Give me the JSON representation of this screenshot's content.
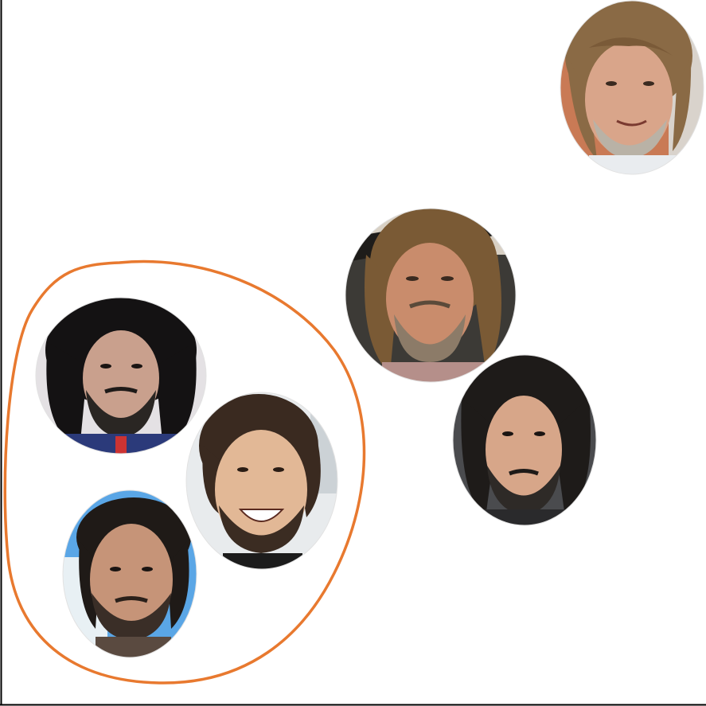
{
  "diagram": {
    "axes": {
      "color": "#000000"
    },
    "cluster_outline": {
      "color": "#E8792F"
    },
    "portraits": [
      {
        "id": "top-right",
        "skin": "#D9A58A",
        "hair": "#8A6A45",
        "beard": "#B9B2A6",
        "bg": "#C97A55"
      },
      {
        "id": "middle",
        "skin": "#C98C6C",
        "hair": "#7A5A35",
        "beard": "#8C7B68",
        "bg": "#3C3A36"
      },
      {
        "id": "right-lower",
        "skin": "#D7A689",
        "hair": "#1E1B19",
        "beard": "#2E2A27",
        "bg": "#4A4B4E"
      },
      {
        "id": "cluster-top",
        "skin": "#C9A08D",
        "hair": "#141213",
        "beard": "#2A2623",
        "bg": "#E4E1E4"
      },
      {
        "id": "cluster-right",
        "skin": "#E2B896",
        "hair": "#3A2A20",
        "beard": "#3B2C22",
        "bg": "#E8EBED"
      },
      {
        "id": "cluster-bottom",
        "skin": "#C69478",
        "hair": "#1F1A17",
        "beard": "#3A2E27",
        "bg": "#5AA6E6"
      }
    ]
  }
}
